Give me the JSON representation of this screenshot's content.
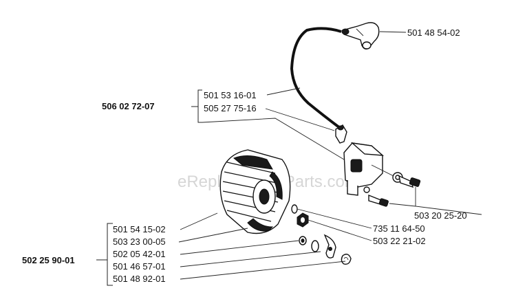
{
  "watermark": "eReplacementParts.com",
  "assemblies": [
    {
      "number": "506 02 72-07"
    },
    {
      "number": "502 25 90-01"
    }
  ],
  "parts": {
    "cap": "501 48 54-02",
    "wire": "501 53 16-01",
    "terminal": "505 27 75-16",
    "screws": "503 20 25-20",
    "washer": "735 11 64-50",
    "nut": "503 22 21-02",
    "flywheel": "501 54 15-02",
    "flywheel2": "503 23 00-05",
    "washer2": "502 05 42-01",
    "pawl": "501 46 57-01",
    "spring": "501 48 92-01"
  }
}
